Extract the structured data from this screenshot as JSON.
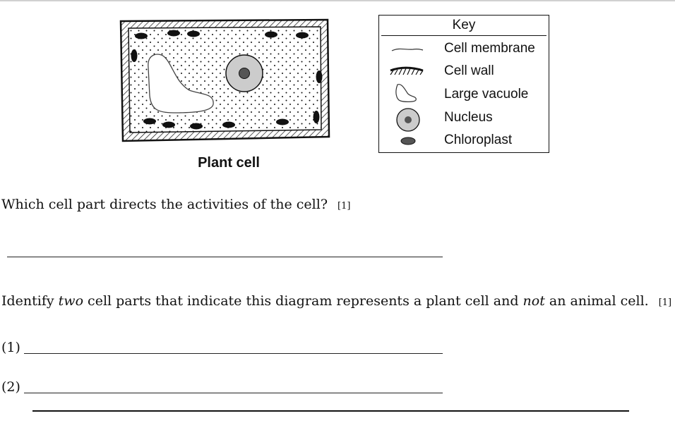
{
  "figure": {
    "caption": "Plant cell",
    "key": {
      "title": "Key",
      "items": [
        {
          "label": "Cell membrane",
          "icon": "membrane-line-icon"
        },
        {
          "label": "Cell wall",
          "icon": "hatched-wall-icon"
        },
        {
          "label": "Large vacuole",
          "icon": "vacuole-outline-icon"
        },
        {
          "label": "Nucleus",
          "icon": "nucleus-icon"
        },
        {
          "label": "Chloroplast",
          "icon": "chloroplast-icon"
        }
      ]
    },
    "colors": {
      "nucleus_fill": "#cccccc",
      "nucleolus_fill": "#555555",
      "chloroplast_fill": "#111111"
    }
  },
  "questions": [
    {
      "text": "Which cell part directs the activities of the cell?",
      "marks": "[1]"
    },
    {
      "text_before": "Identify ",
      "emphasis_1": "two",
      "text_middle": " cell parts that indicate this diagram represents a plant cell and ",
      "emphasis_2": "not",
      "text_after": " an animal cell.",
      "marks": "[1]",
      "answer_labels": [
        "(1)",
        "(2)"
      ]
    }
  ]
}
